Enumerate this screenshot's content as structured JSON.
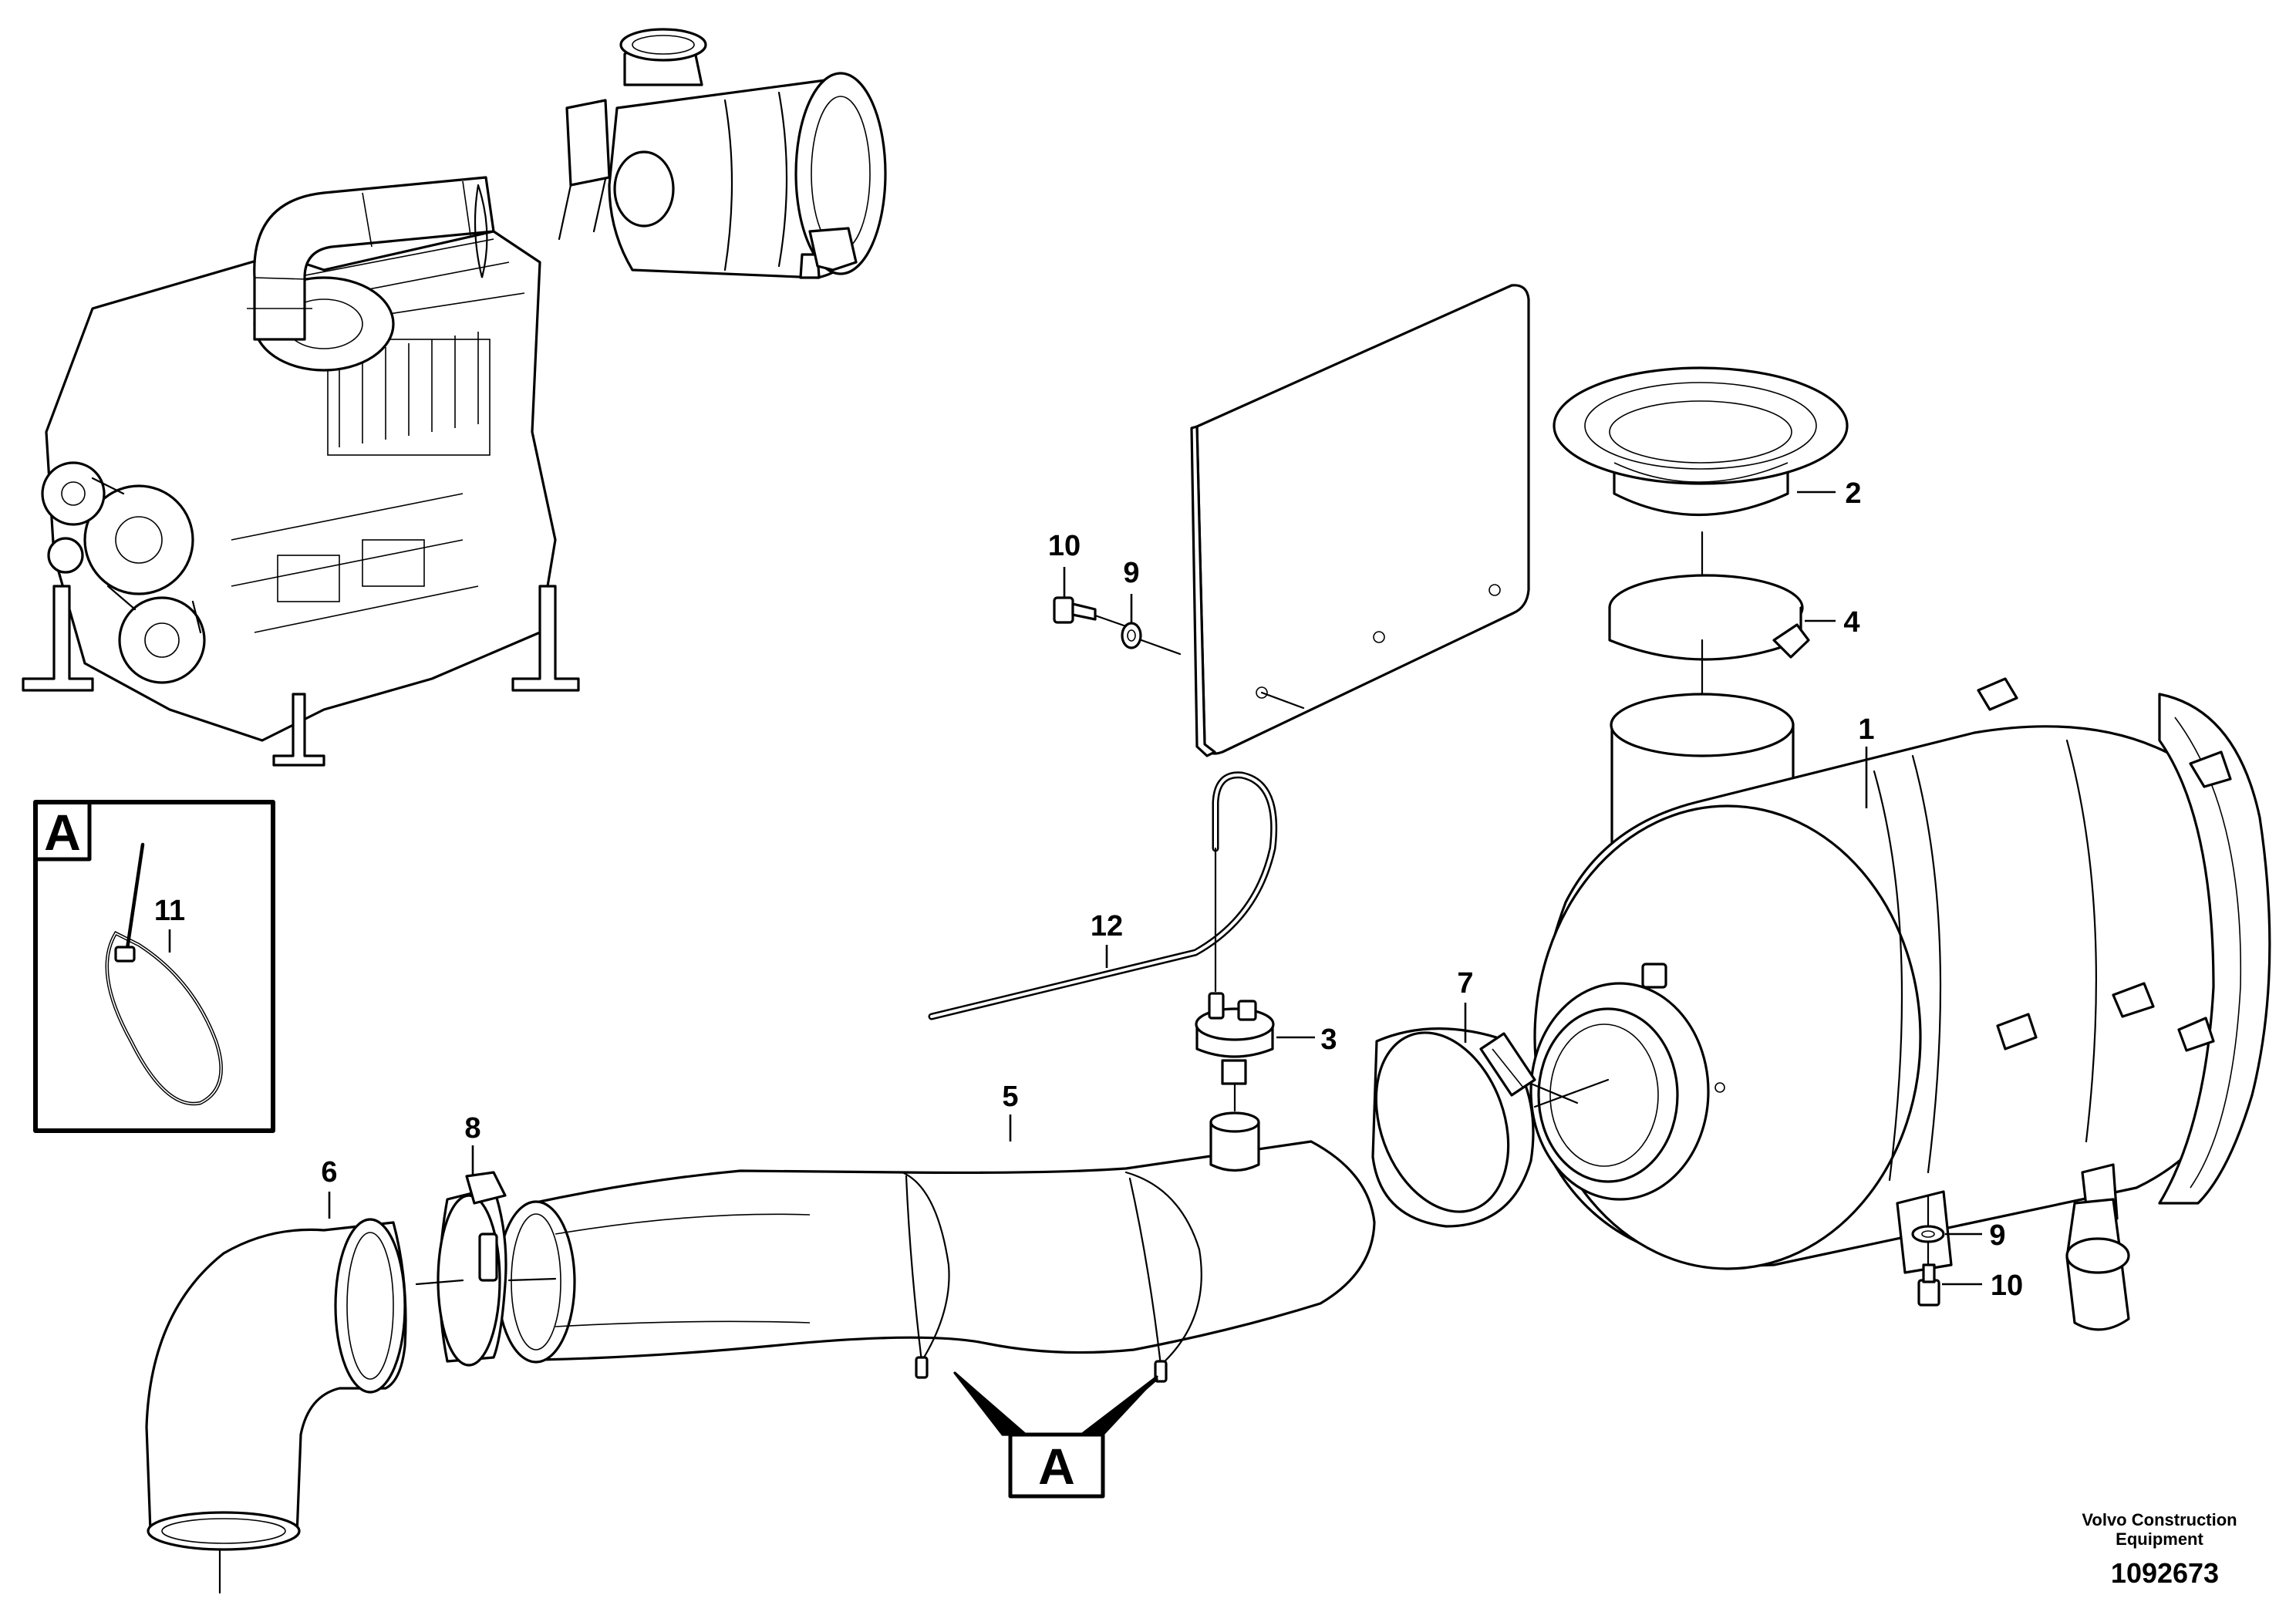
{
  "callouts": {
    "c1": "1",
    "c2": "2",
    "c3": "3",
    "c4": "4",
    "c5": "5",
    "c6": "6",
    "c7": "7",
    "c8": "8",
    "c9_top": "9",
    "c9_bottom": "9",
    "c10_top": "10",
    "c10_bottom": "10",
    "c11": "11",
    "c12": "12"
  },
  "detail_view": {
    "label": "A"
  },
  "detail_reference": {
    "label": "A"
  },
  "footer": {
    "brand_line1": "Volvo Construction",
    "brand_line2": "Equipment",
    "drawing_number": "1092673"
  }
}
